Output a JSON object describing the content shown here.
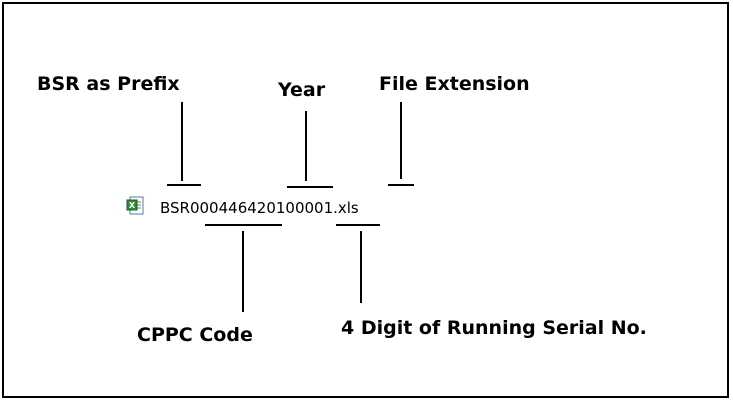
{
  "diagram": {
    "file_name": "BSR00044642010000​1.xls",
    "labels": {
      "prefix": "BSR as Prefix",
      "year": "Year",
      "extension": "File Extension",
      "cppc": "CPPC Code",
      "serial": "4 Digit of Running Serial No."
    },
    "icon": "excel-file-icon"
  }
}
